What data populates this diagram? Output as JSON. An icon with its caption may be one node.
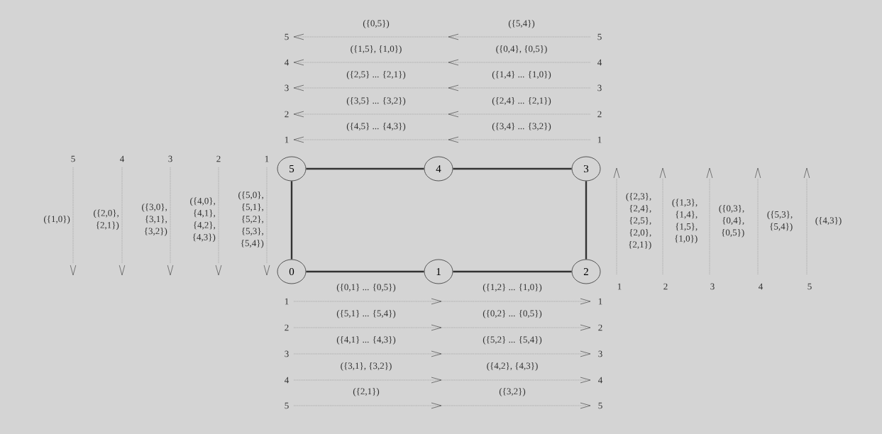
{
  "diagram": {
    "nodes": [
      {
        "text": [
          "5"
        ]
      },
      {
        "text": [
          "4"
        ]
      },
      {
        "text": [
          "3"
        ]
      },
      {
        "text": [
          "0"
        ]
      },
      {
        "text": [
          "1"
        ]
      },
      {
        "text": [
          "2"
        ]
      }
    ],
    "edges": [
      {
        "from": 0,
        "to": 1,
        "arrow": "none"
      },
      {
        "from": 1,
        "to": 2,
        "arrow": "none"
      },
      {
        "from": 2,
        "to": 5,
        "arrow": "none"
      },
      {
        "from": 5,
        "to": 4,
        "arrow": "none"
      },
      {
        "from": 4,
        "to": 3,
        "arrow": "none"
      },
      {
        "from": 3,
        "to": 0,
        "arrow": "none"
      }
    ],
    "labels": [
      "({0,5})",
      "({5,4})",
      "5",
      "5",
      "({1,5}, {1,0})",
      "({0,4}, {0,5})",
      "4",
      "4",
      "({2,5} ... {2,1})",
      "({1,4} ... {1,0})",
      "3",
      "3",
      "({3,5} ... {3,2})",
      "({2,4} ... {2,1})",
      "2",
      "2",
      "({4,5} ... {4,3})",
      "({3,4} ... {3,2})",
      "1",
      "1",
      "5",
      "4",
      "3",
      "2",
      "1",
      "({1,0})",
      "({2,0}, {2,1})",
      "({3,0}, {3,1}, {3,2})",
      "({4,0}, {4,1}, {4,2}, {4,3})",
      "({5,0}, {5,1}, {5,2}, {5,3}, {5,4})",
      "({2,3}, {2,4}, {2,5}, {2,0}, {2,1})",
      "({1,3}, {1,4}, {1,5}, {1,0})",
      "({0,3}, {0,4}, {0,5})",
      "({5,3}, {5,4})",
      "({4,3})",
      "({0,1} ... {0,5})",
      "({1,2} ... {1,0})",
      "1",
      "2",
      "3",
      "4",
      "5",
      "1",
      "1",
      "({5,1} ... {5,4})",
      "({0,2} ... {0,5})",
      "2",
      "2",
      "({4,1} ... {4,3})",
      "({5,2} ... {5,4})",
      "3",
      "3",
      "({3,1}, {3,2})",
      "({4,2}, {4,3})",
      "4",
      "4",
      "({2,1})",
      "({3,2})",
      "5",
      "5"
    ]
  }
}
